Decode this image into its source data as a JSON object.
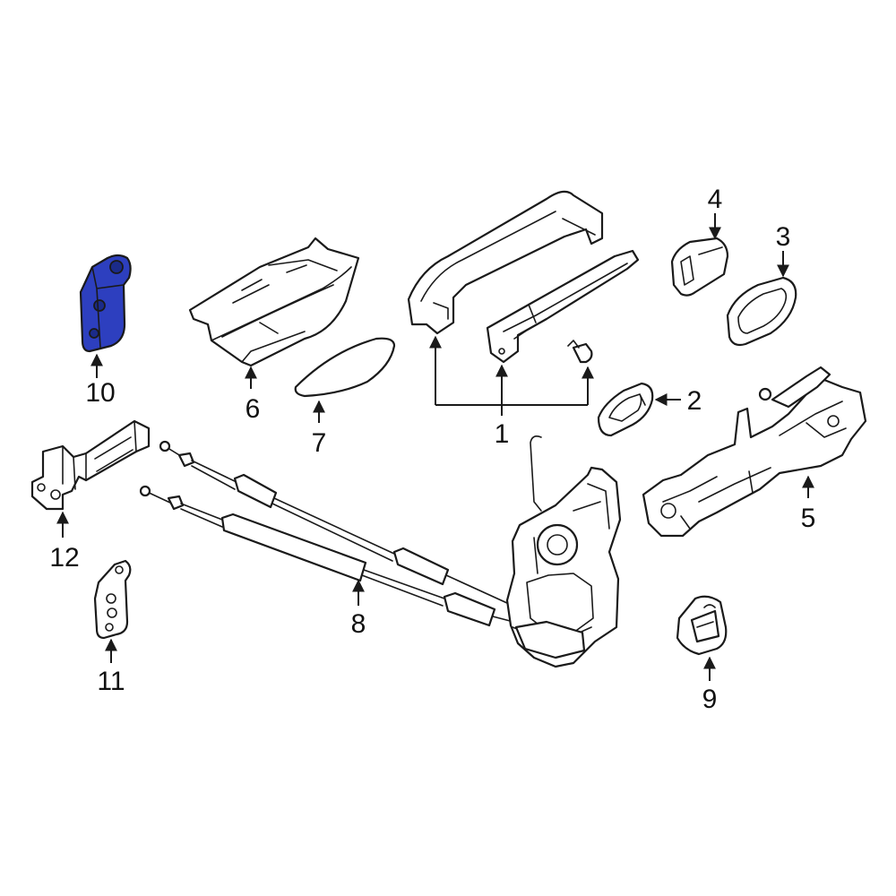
{
  "colors": {
    "background": "#ffffff",
    "line": "#1a1a1a",
    "highlight": "#2d3fbf"
  },
  "highlighted_part": "10",
  "callouts": [
    {
      "id": "c1",
      "label": "1"
    },
    {
      "id": "c2",
      "label": "2"
    },
    {
      "id": "c3",
      "label": "3"
    },
    {
      "id": "c4",
      "label": "4"
    },
    {
      "id": "c5",
      "label": "5"
    },
    {
      "id": "c6",
      "label": "6"
    },
    {
      "id": "c7",
      "label": "7"
    },
    {
      "id": "c8",
      "label": "8"
    },
    {
      "id": "c9",
      "label": "9"
    },
    {
      "id": "c10",
      "label": "10"
    },
    {
      "id": "c11",
      "label": "11"
    },
    {
      "id": "c12",
      "label": "12"
    }
  ]
}
